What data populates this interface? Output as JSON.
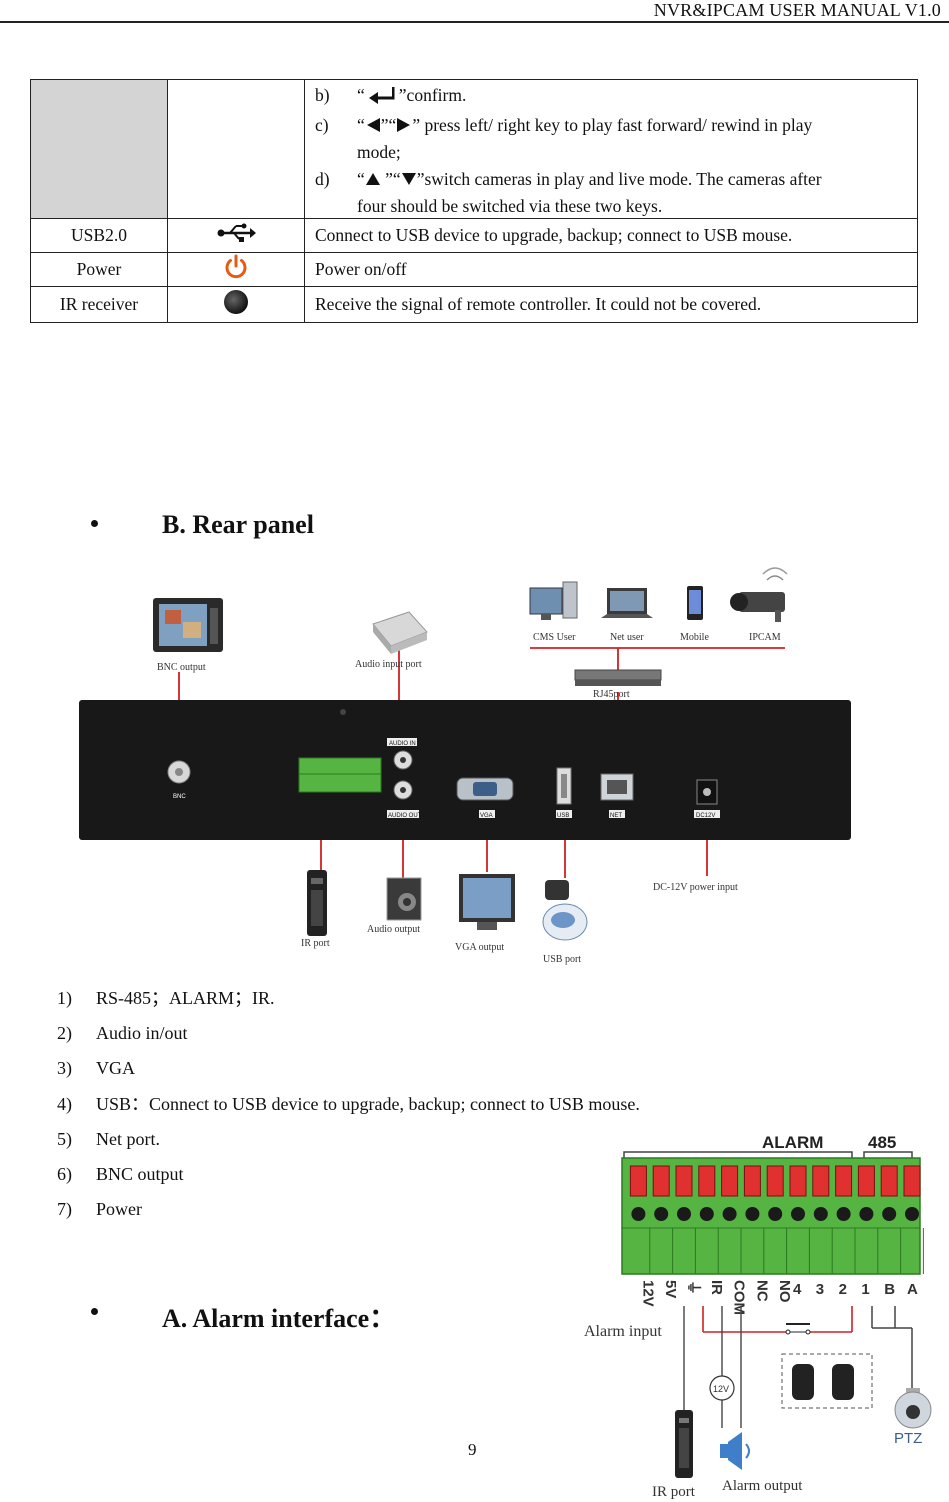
{
  "header": {
    "title": "NVR&IPCAM USER MANUAL V1.0"
  },
  "table": {
    "sub_b": {
      "label": "b)",
      "open": "“",
      "close": "”confirm."
    },
    "sub_c": {
      "label": "c)",
      "open": "“",
      "mid": "”“",
      "close": "” press left/ right key to play fast forward/ rewind in play",
      "line2": "mode;"
    },
    "sub_d": {
      "label": "d)",
      "open": "“",
      "mid": " ”“",
      "close": "”switch cameras in play and live mode. The cameras after",
      "line2": "four should be switched via these two keys."
    },
    "rows": [
      {
        "name": "USB2.0",
        "icon": "usb-icon",
        "desc": "Connect to USB device to upgrade, backup; connect to USB mouse."
      },
      {
        "name": "Power",
        "icon": "power-icon",
        "desc": "Power on/off"
      },
      {
        "name": "IR receiver",
        "icon": "ir-receiver-icon",
        "desc": "Receive the signal of remote controller. It could not be covered."
      }
    ]
  },
  "rear_panel": {
    "heading": "B. Rear panel",
    "labels": {
      "bnc_output": "BNC output",
      "audio_input_port": "Audio input port",
      "cms_user": "CMS User",
      "net_user": "Net user",
      "mobile": "Mobile",
      "ipcam": "IPCAM",
      "rj45": "RJ45port",
      "ir_port": "IR port",
      "audio_output": "Audio output",
      "vga_output": "VGA output",
      "usb_port": "USB port",
      "dc_input": "DC-12V power input",
      "audio_in_tag": "AUDIO IN",
      "audio_out_tag": "AUDIO OUT",
      "vga_tag": "VGA",
      "usb_tag": "USB",
      "net_tag": "NET",
      "dc_tag": "DC12V",
      "bnc_tag": "BNC"
    }
  },
  "list": [
    {
      "n": "1)",
      "text": "RS-485；ALARM；IR."
    },
    {
      "n": "2)",
      "text": "Audio in/out"
    },
    {
      "n": "3)",
      "text": "VGA"
    },
    {
      "n": "4)",
      "text": "USB：Connect to USB device to upgrade, backup; connect to USB mouse."
    },
    {
      "n": "5)",
      "text": "Net port."
    },
    {
      "n": "6)",
      "text": "BNC output"
    },
    {
      "n": "7)",
      "text": "Power"
    }
  ],
  "alarm_section": {
    "heading": "A. Alarm interface：",
    "labels": {
      "alarm": "ALARM",
      "rs485": "485",
      "alarm_input": "Alarm input",
      "alarm_output": "Alarm output",
      "ir_port": "IR port",
      "ptz": "PTZ",
      "v12": "12V",
      "pins": [
        "12V",
        "5V",
        "⏚",
        "IR",
        "COM",
        "NC",
        "NO",
        "4",
        "3",
        "2",
        "1",
        "B",
        "A"
      ]
    }
  },
  "page_number": "9",
  "colors": {
    "accent_red": "#d22020",
    "terminal_green": "#56b442",
    "panel_black": "#181818",
    "power_orange": "#e85a12"
  }
}
